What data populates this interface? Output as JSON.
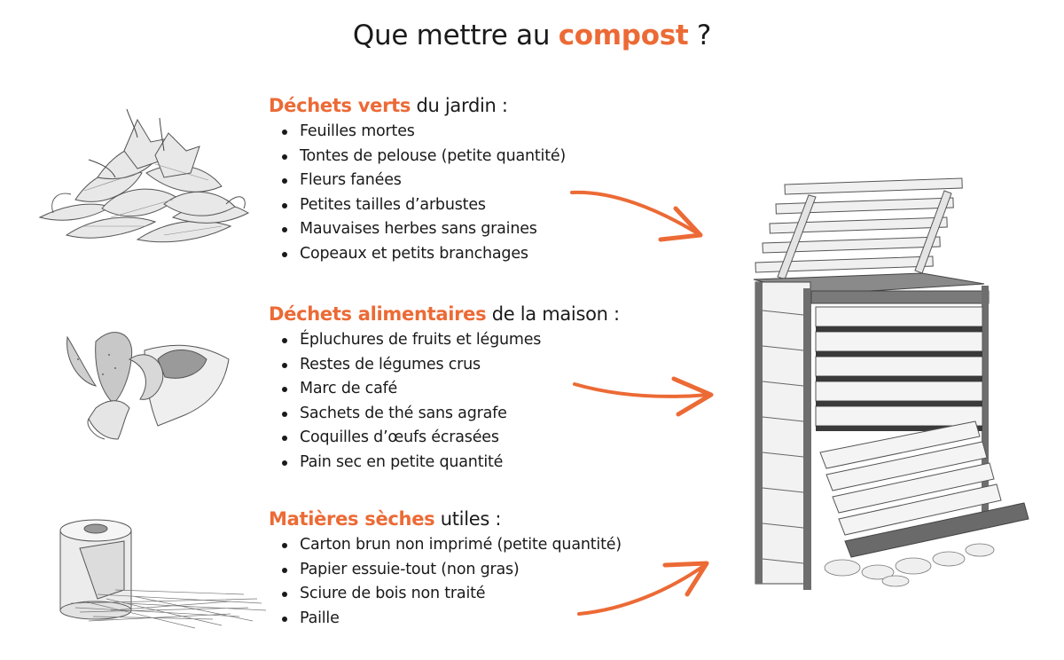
{
  "title": {
    "prefix": "Que mettre au ",
    "accent": "compost",
    "suffix": " ?"
  },
  "accent_color": "#ec6a35",
  "sections": [
    {
      "heading_accent": "Déchets verts",
      "heading_rest": " du jardin :",
      "illustration": "pile-of-dead-leaves",
      "items": [
        "Feuilles mortes",
        "Tontes de pelouse (petite quantité)",
        "Fleurs fanées",
        "Petites tailles d’arbustes",
        "Mauvaises herbes sans graines",
        "Copeaux et petits branchages"
      ]
    },
    {
      "heading_accent": "Déchets alimentaires",
      "heading_rest": " de la maison :",
      "illustration": "fruit-peels-apple-core-coffee-filter",
      "items": [
        "Épluchures de fruits et légumes",
        "Restes de légumes crus",
        "Marc de café",
        "Sachets de thé sans agrafe",
        "Coquilles d’œufs écrasées",
        "Pain sec en petite quantité"
      ]
    },
    {
      "heading_accent": "Matières sèches",
      "heading_rest": " utiles :",
      "illustration": "paper-towel-roll-and-straw",
      "items": [
        "Carton brun non imprimé (petite quantité)",
        "Papier essuie-tout (non gras)",
        "Sciure de bois non traité",
        "Paille"
      ]
    }
  ],
  "main_illustration": "wooden-slatted-compost-bin"
}
